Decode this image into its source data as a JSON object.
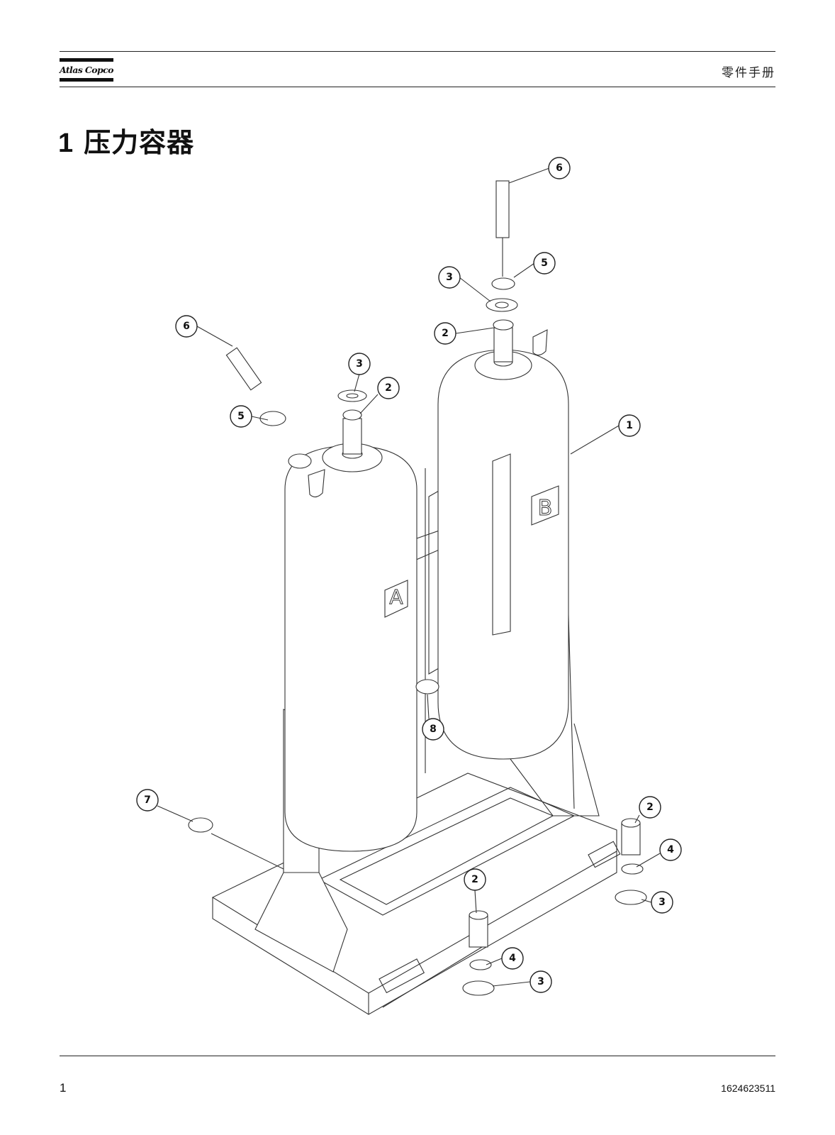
{
  "header": {
    "logo_text": "Atlas Copco",
    "doc_type": "零件手册"
  },
  "section": {
    "number": "1",
    "title": "压力容器"
  },
  "drawing": {
    "vessel_labels": [
      "A",
      "B"
    ],
    "callouts": [
      "6",
      "5",
      "3",
      "2",
      "6",
      "3",
      "2",
      "5",
      "1",
      "8",
      "7",
      "2",
      "4",
      "3",
      "2",
      "4",
      "3"
    ]
  },
  "footer": {
    "page": "1",
    "part_number": "1624623511"
  }
}
